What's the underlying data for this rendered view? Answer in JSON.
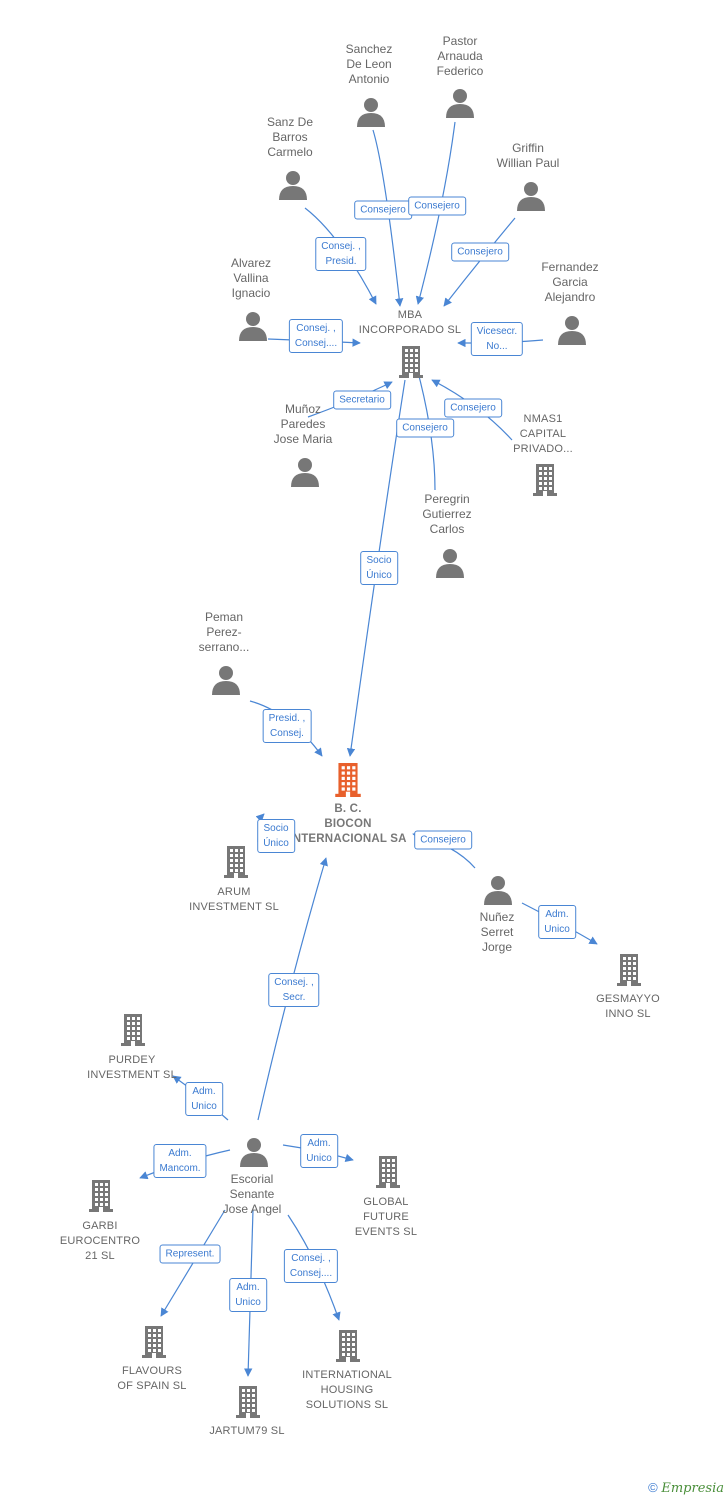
{
  "colors": {
    "edge": "#4a86d4",
    "person": "#777777",
    "company": "#777777",
    "focus": "#e8602c"
  },
  "nodes": [
    {
      "id": "sanchez",
      "type": "person",
      "label": "Sanchez\nDe Leon\nAntonio"
    },
    {
      "id": "pastor",
      "type": "person",
      "label": "Pastor\nArnauda\nFederico"
    },
    {
      "id": "sanz",
      "type": "person",
      "label": "Sanz De\nBarros\nCarmelo"
    },
    {
      "id": "griffin",
      "type": "person",
      "label": "Griffin\nWillian Paul"
    },
    {
      "id": "fernandez",
      "type": "person",
      "label": "Fernandez\nGarcia\nAlejandro"
    },
    {
      "id": "alvarez",
      "type": "person",
      "label": "Alvarez\nVallina\nIgnacio"
    },
    {
      "id": "mba",
      "type": "company",
      "label": "MBA\nINCORPORADO SL"
    },
    {
      "id": "munoz",
      "type": "person",
      "label": "Muñoz\nParedes\nJose Maria"
    },
    {
      "id": "nmas1",
      "type": "company",
      "label": "NMAS1\nCAPITAL\nPRIVADO..."
    },
    {
      "id": "peregrin",
      "type": "person",
      "label": "Peregrin\nGutierrez\nCarlos"
    },
    {
      "id": "peman",
      "type": "person",
      "label": "Peman\nPerez-\nserrano..."
    },
    {
      "id": "biocon",
      "type": "focus",
      "label": "B. C.\nBIOCON\nINTERNACIONAL SA"
    },
    {
      "id": "arum",
      "type": "company",
      "label": "ARUM\nINVESTMENT SL"
    },
    {
      "id": "nunez",
      "type": "person",
      "label": "Nuñez\nSerret\nJorge"
    },
    {
      "id": "gesmayyo",
      "type": "company",
      "label": "GESMAYYO\nINNO SL"
    },
    {
      "id": "purdey",
      "type": "company",
      "label": "PURDEY\nINVESTMENT SL"
    },
    {
      "id": "escorial",
      "type": "person",
      "label": "Escorial\nSenante\nJose Angel"
    },
    {
      "id": "global",
      "type": "company",
      "label": "GLOBAL\nFUTURE\nEVENTS SL"
    },
    {
      "id": "garbi",
      "type": "company",
      "label": "GARBI\nEUROCENTRO\n21 SL"
    },
    {
      "id": "flavours",
      "type": "company",
      "label": "FLAVOURS\nOF SPAIN SL"
    },
    {
      "id": "international",
      "type": "company",
      "label": "INTERNATIONAL\nHOUSING\nSOLUTIONS SL"
    },
    {
      "id": "jartum",
      "type": "company",
      "label": "JARTUM79 SL"
    }
  ],
  "edges": [
    {
      "from": "sanchez",
      "to": "mba",
      "label": "Consejero"
    },
    {
      "from": "pastor",
      "to": "mba",
      "label": "Consejero"
    },
    {
      "from": "sanz",
      "to": "mba",
      "label": "Consej. ,\nPresid."
    },
    {
      "from": "griffin",
      "to": "mba",
      "label": "Consejero"
    },
    {
      "from": "fernandez",
      "to": "mba",
      "label": "Vicesecr.\nNo..."
    },
    {
      "from": "alvarez",
      "to": "mba",
      "label": "Consej. ,\nConsej...."
    },
    {
      "from": "munoz",
      "to": "mba",
      "label": "Secretario"
    },
    {
      "from": "nmas1",
      "to": "mba",
      "label": "Consejero"
    },
    {
      "from": "peregrin",
      "to": "mba",
      "label": "Consejero"
    },
    {
      "from": "mba",
      "to": "biocon",
      "label": "Socio\nÚnico"
    },
    {
      "from": "peman",
      "to": "biocon",
      "label": "Presid. ,\nConsej."
    },
    {
      "from": "arum",
      "to": "biocon",
      "label": "Socio\nÚnico"
    },
    {
      "from": "nunez",
      "to": "biocon",
      "label": "Consejero"
    },
    {
      "from": "nunez",
      "to": "gesmayyo",
      "label": "Adm.\nUnico"
    },
    {
      "from": "escorial",
      "to": "biocon",
      "label": "Consej. ,\nSecr."
    },
    {
      "from": "escorial",
      "to": "purdey",
      "label": "Adm.\nUnico"
    },
    {
      "from": "escorial",
      "to": "global",
      "label": "Adm.\nUnico"
    },
    {
      "from": "escorial",
      "to": "garbi",
      "label": "Adm.\nMancom."
    },
    {
      "from": "escorial",
      "to": "flavours",
      "label": "Represent."
    },
    {
      "from": "escorial",
      "to": "international",
      "label": "Consej. ,\nConsej...."
    },
    {
      "from": "escorial",
      "to": "jartum",
      "label": "Adm.\nUnico"
    }
  ],
  "footer": {
    "copyright": "©",
    "brand": "Empresia"
  }
}
